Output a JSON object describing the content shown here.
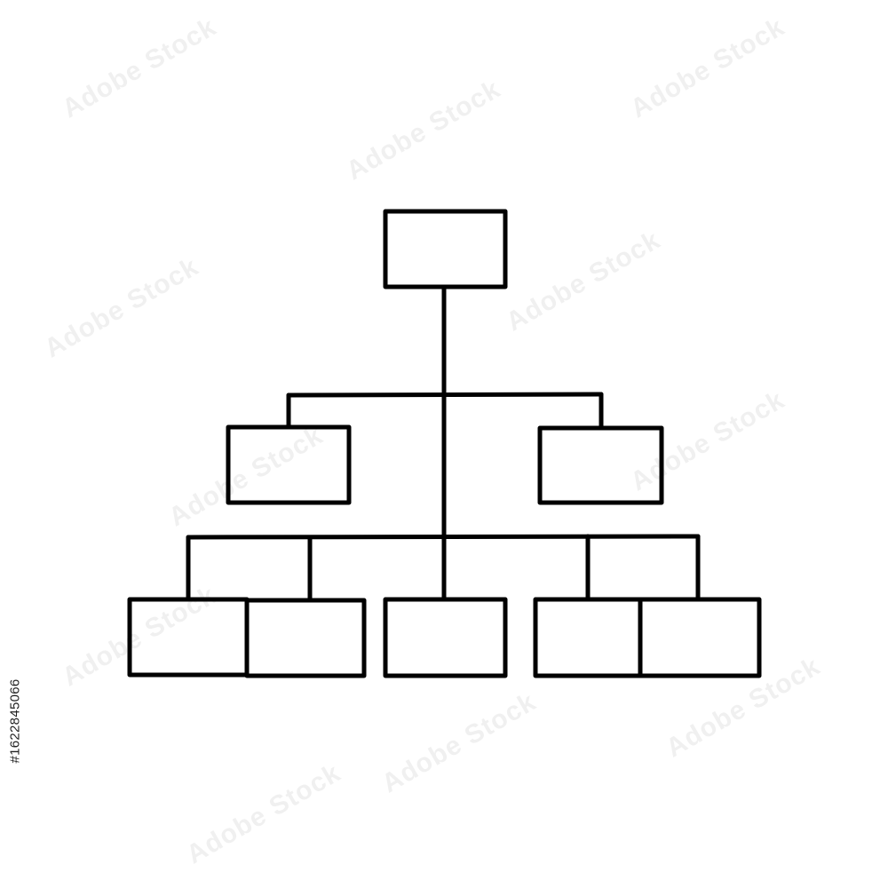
{
  "image": {
    "stock_id": "#1622845066",
    "watermark_text": "Adobe Stock"
  },
  "diagram": {
    "stroke_color": "#000000",
    "background_color": "#ffffff",
    "style": "hand-drawn line icon",
    "nodes": [
      {
        "id": "root",
        "level": 0
      },
      {
        "id": "mid-left",
        "level": 1
      },
      {
        "id": "mid-right",
        "level": 1
      },
      {
        "id": "leaf-1",
        "level": 2
      },
      {
        "id": "leaf-2",
        "level": 2
      },
      {
        "id": "leaf-3",
        "level": 2
      },
      {
        "id": "leaf-4",
        "level": 2
      },
      {
        "id": "leaf-5",
        "level": 2
      }
    ],
    "edges": [
      {
        "from": "root",
        "to": "mid-left"
      },
      {
        "from": "root",
        "to": "mid-right"
      },
      {
        "from": "root",
        "to": "leaf-1"
      },
      {
        "from": "root",
        "to": "leaf-2"
      },
      {
        "from": "root",
        "to": "leaf-3"
      },
      {
        "from": "root",
        "to": "leaf-4"
      },
      {
        "from": "root",
        "to": "leaf-5"
      }
    ]
  }
}
